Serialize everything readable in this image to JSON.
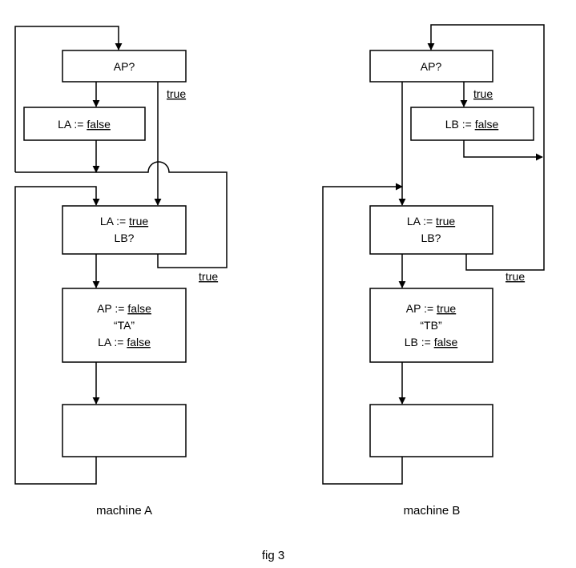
{
  "keywords": {
    "true": "true",
    "false": "false"
  },
  "machine_a": {
    "caption": "machine A",
    "box1": {
      "line1": {
        "pre": "AP?"
      }
    },
    "box2": {
      "line1": {
        "pre": "LA := ",
        "kw": "false"
      }
    },
    "box3": {
      "line1": {
        "pre": "LA := ",
        "kw": "true"
      },
      "line2": {
        "pre": "LB?"
      }
    },
    "box4": {
      "line1": {
        "pre": "AP := ",
        "kw": "false"
      },
      "line2": {
        "pre": "“TA”"
      },
      "line3": {
        "pre": "LA := ",
        "kw": "false"
      }
    },
    "label_true_1": "true",
    "label_true_2": "true"
  },
  "machine_b": {
    "caption": "machine B",
    "box1": {
      "line1": {
        "pre": "AP?"
      }
    },
    "box2": {
      "line1": {
        "pre": "LB := ",
        "kw": "false"
      }
    },
    "box3": {
      "line1": {
        "pre": "LA := ",
        "kw": "true"
      },
      "line2": {
        "pre": "LB?"
      }
    },
    "box4": {
      "line1": {
        "pre": "AP := ",
        "kw": "true"
      },
      "line2": {
        "pre": "“TB”"
      },
      "line3": {
        "pre": "LB := ",
        "kw": "false"
      }
    },
    "label_true_1": "true",
    "label_true_2": "true"
  },
  "figure_caption": "fig 3"
}
